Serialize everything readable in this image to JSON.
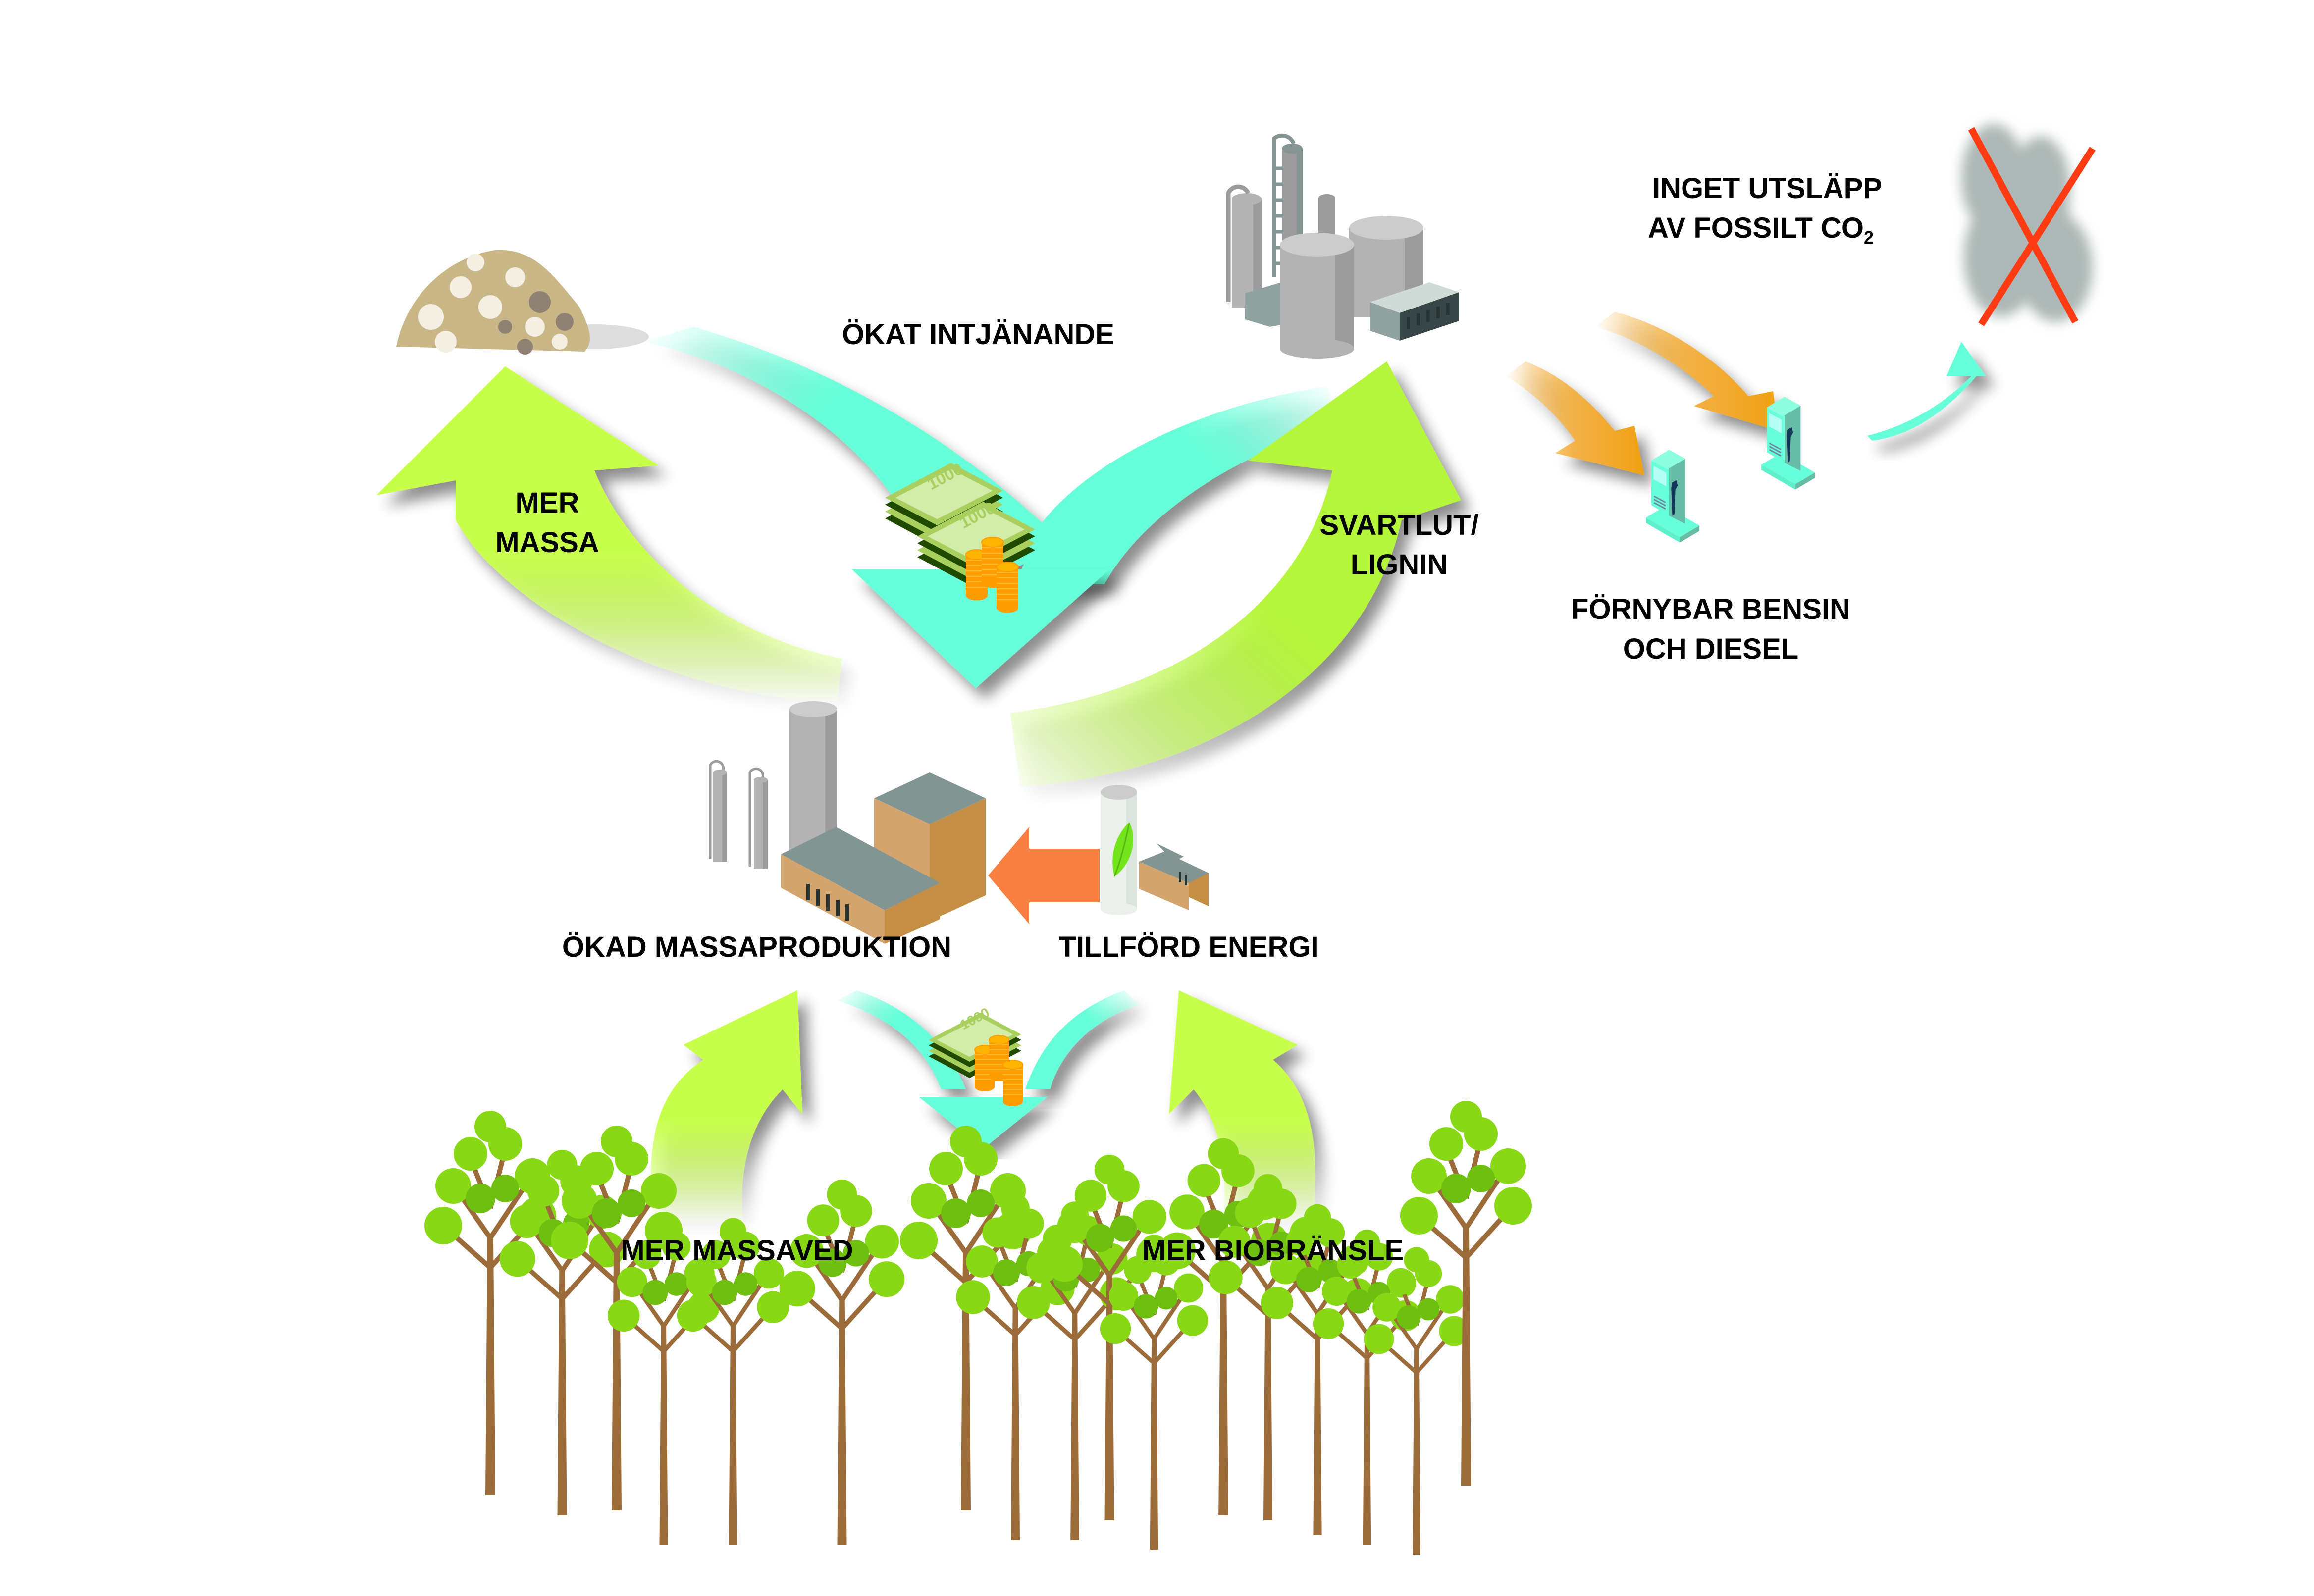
{
  "diagram": {
    "title": "Kretslopp för förnybar bensin och diesel från massaindustrin",
    "colors": {
      "lime_arrow": "#c8ff4c",
      "lime_arrow_dark": "#b5f53a",
      "cyan_arrow": "#66ffd9",
      "orange_arrow": "#f0a012",
      "energy_arrow": "#f88043",
      "cross_red": "#ff3b14",
      "cloud_gray": "#adb8b6",
      "tank_gray": "#b3b3b3",
      "tank_top": "#cccccc",
      "building_tan": "#d4a46e",
      "building_tan_dark": "#c48e45",
      "roof_gray": "#829593",
      "pump_cyan": "#66ffd9",
      "pump_side": "#66bca4",
      "tree_trunk": "#9b6b3a",
      "tree_needle": "#88d816",
      "coin": "#ffa90f",
      "bill": "#a9cf5e",
      "text": "#000000"
    },
    "labels": {
      "okat_intjanande": "ÖKAT INTJÄNANDE",
      "mer_massa_line1": "MER",
      "mer_massa_line2": "MASSA",
      "svartlut_line1": "SVARTLUT/",
      "svartlut_line2": "LIGNIN",
      "inget_utslapp_line1": "INGET UTSLÄPP",
      "inget_utslapp_line2": "AV FOSSILT CO",
      "inget_utslapp_sub": "2",
      "fornybar_line1": "FÖRNYBAR BENSIN",
      "fornybar_line2": "OCH DIESEL",
      "okad_massaproduktion": "ÖKAD MASSAPRODUKTION",
      "tillford_energi": "TILLFÖRD ENERGI",
      "mer_massaved": "MER MASSAVED",
      "mer_biobransle": "MER BIOBRÄNSLE"
    },
    "icons": {
      "wood_chips": "wood-chip-pile-icon",
      "refinery": "refinery-icon",
      "pulp_mill": "pulp-mill-icon",
      "bio_energy_plant": "bio-energy-plant-icon",
      "fuel_pump": "fuel-pump-icon",
      "co2_cloud_crossed": "crossed-co2-cloud-icon",
      "money": "money-stack-icon",
      "forest": "pine-forest-icon"
    },
    "bill_denomination": "1000"
  }
}
